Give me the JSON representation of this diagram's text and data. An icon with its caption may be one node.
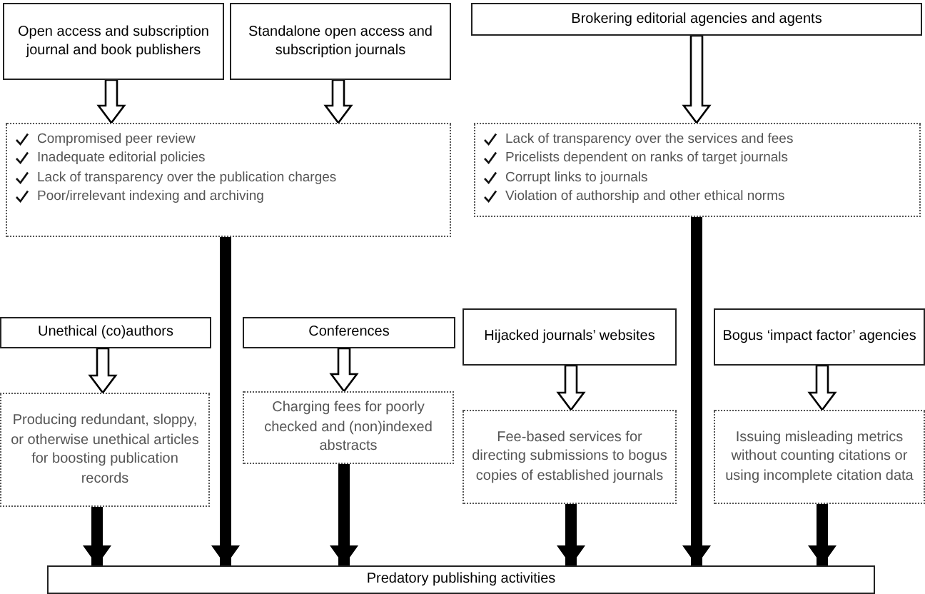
{
  "diagram": {
    "nodes": [
      {
        "text": [
          "Open access and subscription journal and book publishers"
        ]
      },
      {
        "text": [
          "Standalone open access and subscription journals"
        ]
      },
      {
        "text": [
          "Brokering editorial agencies and agents"
        ]
      },
      {
        "text": [
          "Compromised peer review",
          "Inadequate editorial policies",
          "Lack of transparency over the publication charges",
          "Poor/irrelevant indexing and archiving"
        ]
      },
      {
        "text": [
          "Lack of transparency over the services and fees",
          "Pricelists dependent on ranks of target journals",
          "Corrupt links to journals",
          "Violation of authorship and other ethical norms"
        ]
      },
      {
        "text": [
          "Unethical (co)authors"
        ]
      },
      {
        "text": [
          "Conferences"
        ]
      },
      {
        "text": [
          "Hijacked journals’ websites"
        ]
      },
      {
        "text": [
          "Bogus ‘impact factor’ agencies"
        ]
      },
      {
        "text": [
          "Producing redundant, sloppy, or otherwise unethical articles for boosting publication records"
        ]
      },
      {
        "text": [
          "Charging fees for poorly checked and (non)indexed abstracts"
        ]
      },
      {
        "text": [
          "Fee-based services for directing submissions to bogus copies of established journals"
        ]
      },
      {
        "text": [
          "Issuing misleading metrics without counting citations or using incomplete citation data"
        ]
      },
      {
        "text": [
          "Predatory publishing activities"
        ]
      }
    ],
    "edges": [
      {
        "from": 0,
        "to": 3,
        "arrow": "to"
      },
      {
        "from": 1,
        "to": 3,
        "arrow": "to"
      },
      {
        "from": 2,
        "to": 4,
        "arrow": "to"
      },
      {
        "from": 5,
        "to": 9,
        "arrow": "to"
      },
      {
        "from": 6,
        "to": 10,
        "arrow": "to"
      },
      {
        "from": 7,
        "to": 11,
        "arrow": "to"
      },
      {
        "from": 8,
        "to": 12,
        "arrow": "to"
      },
      {
        "from": 9,
        "to": 13,
        "arrow": "to"
      },
      {
        "from": 3,
        "to": 13,
        "arrow": "to"
      },
      {
        "from": 10,
        "to": 13,
        "arrow": "to"
      },
      {
        "from": 11,
        "to": 13,
        "arrow": "to"
      },
      {
        "from": 4,
        "to": 13,
        "arrow": "to"
      },
      {
        "from": 12,
        "to": 13,
        "arrow": "to"
      }
    ]
  }
}
